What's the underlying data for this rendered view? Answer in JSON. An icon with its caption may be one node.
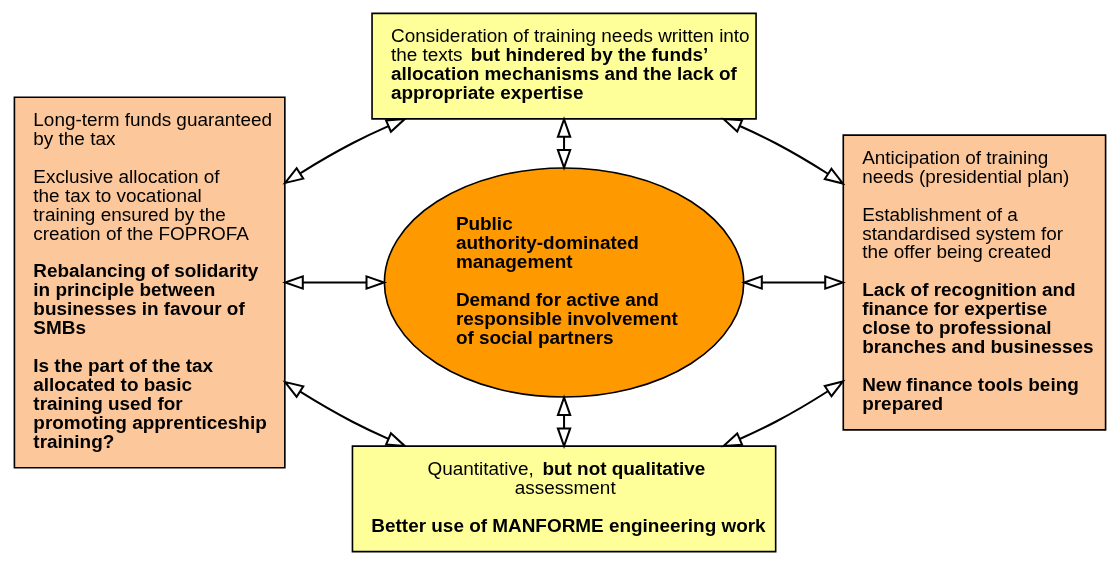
{
  "diagram": {
    "nodes": [
      {
        "text": [
          "Long-term funds guaranteed by the tax",
          "Exclusive allocation of the tax to vocational training ensured by the creation of the FOPROFA",
          "Rebalancing of solidarity in principle between businesses in favour of SMBs",
          "Is the part of the tax allocated to basic training used for promoting apprenticeship training?"
        ]
      },
      {
        "text": [
          "Consideration of training needs written into the texts **but hindered by the funds’ allocation mechanisms and the lack of appropriate expertise**"
        ]
      },
      {
        "text": [
          "Anticipation of training needs (presidential plan)",
          "Establishment of a standardised system for the offer being created",
          "Lack of recognition and finance for expertise close to professional branches and businesses",
          "New finance tools being prepared"
        ]
      },
      {
        "text": [
          "Public authority-dominated management",
          "Demand for active and responsible involvement of social partners"
        ]
      },
      {
        "text": [
          "Quantitative, **but not qualitative** assessment",
          "Better use of MANFORME engineering work"
        ]
      }
    ],
    "edges": [
      {
        "from": 0,
        "to": 1,
        "arrow": "both"
      },
      {
        "from": 1,
        "to": 2,
        "arrow": "both"
      },
      {
        "from": 1,
        "to": 3,
        "arrow": "both"
      },
      {
        "from": 0,
        "to": 3,
        "arrow": "both"
      },
      {
        "from": 3,
        "to": 2,
        "arrow": "both"
      },
      {
        "from": 3,
        "to": 4,
        "arrow": "both"
      },
      {
        "from": 0,
        "to": 4,
        "arrow": "both"
      },
      {
        "from": 4,
        "to": 2,
        "arrow": "both"
      }
    ]
  }
}
